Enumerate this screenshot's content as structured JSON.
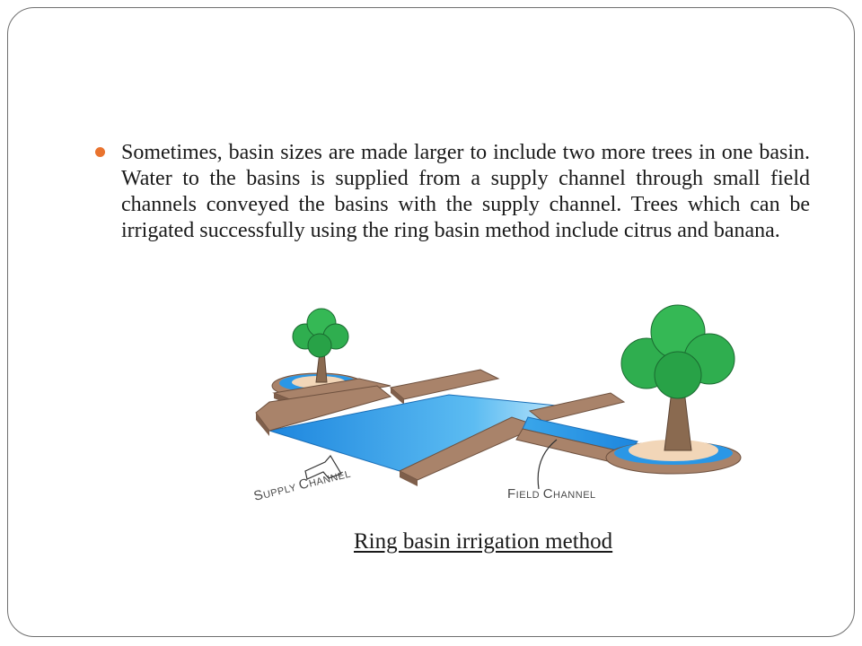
{
  "slide": {
    "bullet": "Sometimes, basin sizes are made larger to include two more trees in one basin. Water to the basins is supplied from a supply channel through small field channels conveyed the basins with the supply channel. Trees which can be irrigated successfully using the ring basin method include citrus and banana.",
    "caption": "Ring basin irrigation method"
  },
  "diagram": {
    "supply_label": {
      "first": "S",
      "rest": "UPPLY ",
      "first2": "C",
      "rest2": "HANNEL"
    },
    "field_label": {
      "first": "F",
      "rest": "IELD ",
      "first2": "C",
      "rest2": "HANNEL"
    }
  },
  "colors": {
    "bullet": "#e9732e",
    "soil": "#a9836a",
    "soil_dark": "#7f5f4b",
    "water": "#2a97e6",
    "water_light": "#a9dcf7",
    "foliage": "#2fae4f",
    "trunk": "#8a6a50",
    "mound": "#f2d6b8"
  }
}
